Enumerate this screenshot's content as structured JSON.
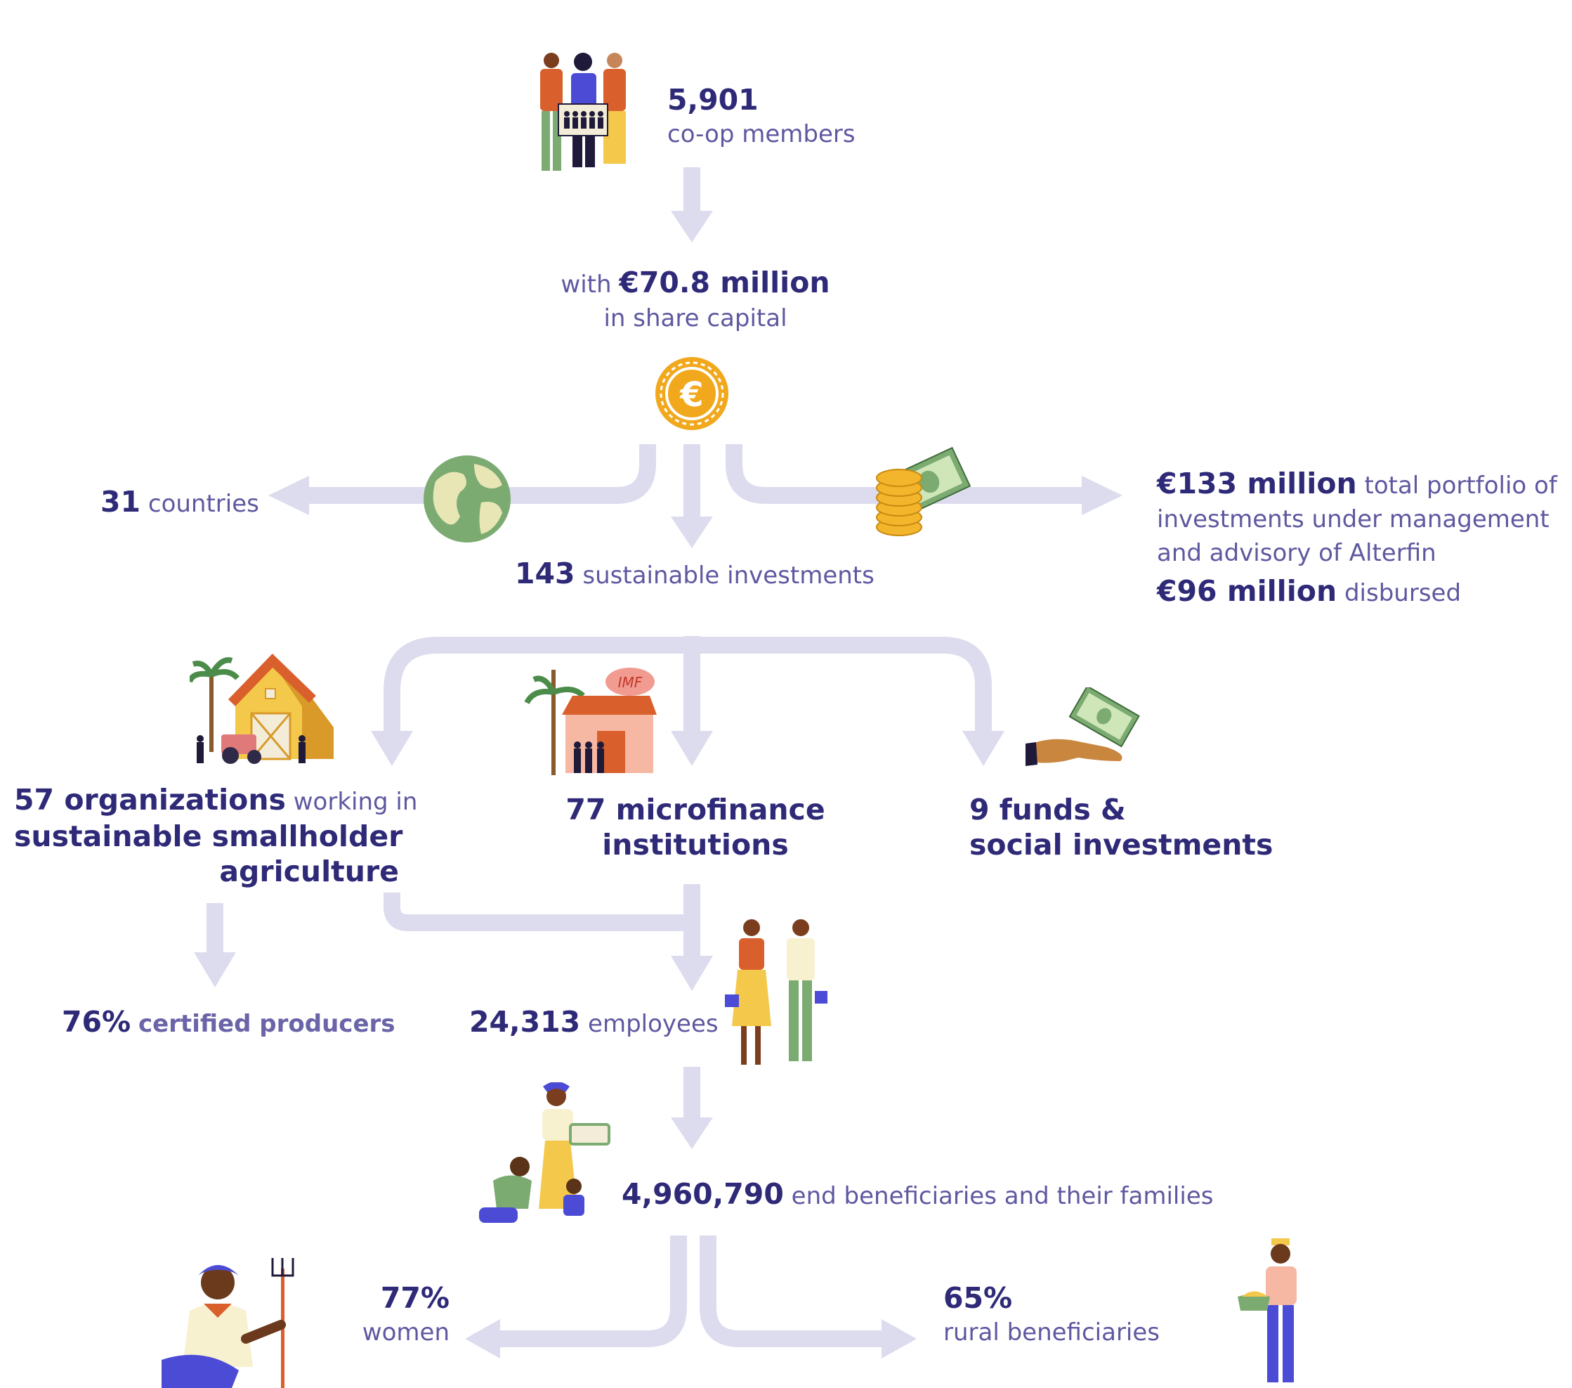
{
  "colors": {
    "arrow": "#dddcef",
    "strong_text": "#2f2a78",
    "light_text": "#5e58a0",
    "coin": "#f2a81d",
    "globe_land": "#7cab72",
    "globe_sea": "#e9e6b6"
  },
  "members": {
    "value": "5,901",
    "label": "co-op members"
  },
  "capital": {
    "prefix": "with",
    "value": "€70.8 million",
    "label": "in share capital"
  },
  "countries": {
    "value": "31",
    "label": "countries"
  },
  "investments": {
    "value": "143",
    "label": "sustainable investments"
  },
  "portfolio": {
    "value": "€133 million",
    "line1_rest": "total portfolio of",
    "line2": "investments under management",
    "line3": "and advisory of Alterfin",
    "disbursed_value": "€96 million",
    "disbursed_label": "disbursed"
  },
  "agriculture": {
    "value": "57 organizations",
    "rest": "working in",
    "line2": "sustainable smallholder",
    "line3": "agriculture"
  },
  "microfinance": {
    "line1": "77 microfinance",
    "line2": "institutions",
    "sign": "IMF"
  },
  "funds": {
    "line1": "9 funds &",
    "line2": "social investments"
  },
  "certified": {
    "value": "76%",
    "label": "certified producers"
  },
  "employees": {
    "value": "24,313",
    "label": "employees"
  },
  "beneficiaries": {
    "value": "4,960,790",
    "label": "end beneficiaries and their families"
  },
  "women": {
    "value": "77%",
    "label": "women"
  },
  "rural": {
    "value": "65%",
    "label": "rural beneficiaries"
  },
  "icons": [
    "people-group-icon",
    "euro-coin-icon",
    "globe-icon",
    "money-stack-icon",
    "farm-barn-icon",
    "microfinance-house-icon",
    "hand-money-icon",
    "workers-pair-icon",
    "family-beneficiaries-icon",
    "woman-farmer-icon",
    "rural-man-icon"
  ]
}
